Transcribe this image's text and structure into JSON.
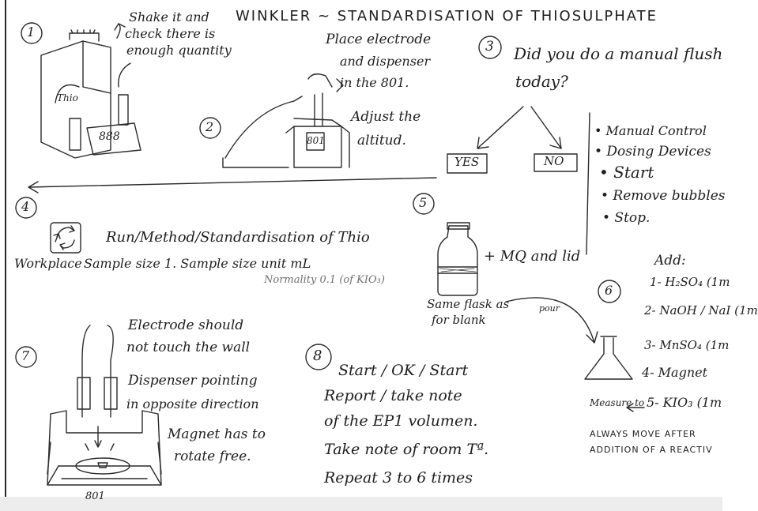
{
  "title": "WINKLER ~ STANDARDISATION OF THIOSULPHATE",
  "steps": {
    "s1": {
      "num": "1",
      "note_lines": [
        "Shake it and",
        "check there is",
        "enough quantity"
      ],
      "labels": [
        "Thio",
        "888"
      ]
    },
    "s2": {
      "num": "2",
      "lines": [
        "Place electrode",
        "and dispenser",
        "in the 801.",
        "Adjust the",
        "altitud."
      ],
      "label": "801"
    },
    "s3": {
      "num": "3",
      "question_lines": [
        "Did you do a manual flush",
        "today?"
      ],
      "yes": "YES",
      "no": "NO",
      "list": [
        "• Manual Control",
        "• Dosing Devices",
        "• Start",
        "• Remove bubbles",
        "• Stop."
      ]
    },
    "s4": {
      "num": "4",
      "workplace": "Workplace",
      "path": "Run/Method/Standardisation of Thio",
      "sample": "Sample size 1. Sample size unit mL",
      "normality": "Normality 0.1 (of KIO₃)"
    },
    "s5": {
      "num": "5",
      "mq": "+ MQ and lid",
      "same_lines": [
        "Same flask as",
        "for blank"
      ],
      "pour": "pour"
    },
    "s6": {
      "num": "6",
      "add": "Add:",
      "items": [
        "1- H₂SO₄ (1m",
        "2- NaOH / NaI (1m",
        "3- MnSO₄ (1m",
        "4- Magnet",
        "5- KIO₃ (1m"
      ],
      "measure": "Measure to",
      "always_lines": [
        "ALWAYS MOVE AFTER",
        "ADDITION OF A REACTIV"
      ]
    },
    "s7": {
      "num": "7",
      "lines": [
        "Electrode should",
        "not touch the wall",
        "Dispenser pointing",
        "in opposite direction",
        "Magnet has to",
        "rotate free."
      ],
      "label": "801"
    },
    "s8": {
      "num": "8",
      "lines": [
        "Start / OK / Start",
        "Report / take note",
        "of the EP1 volumen.",
        "Take note of room Tª.",
        "Repeat 3 to 6 times"
      ]
    }
  }
}
